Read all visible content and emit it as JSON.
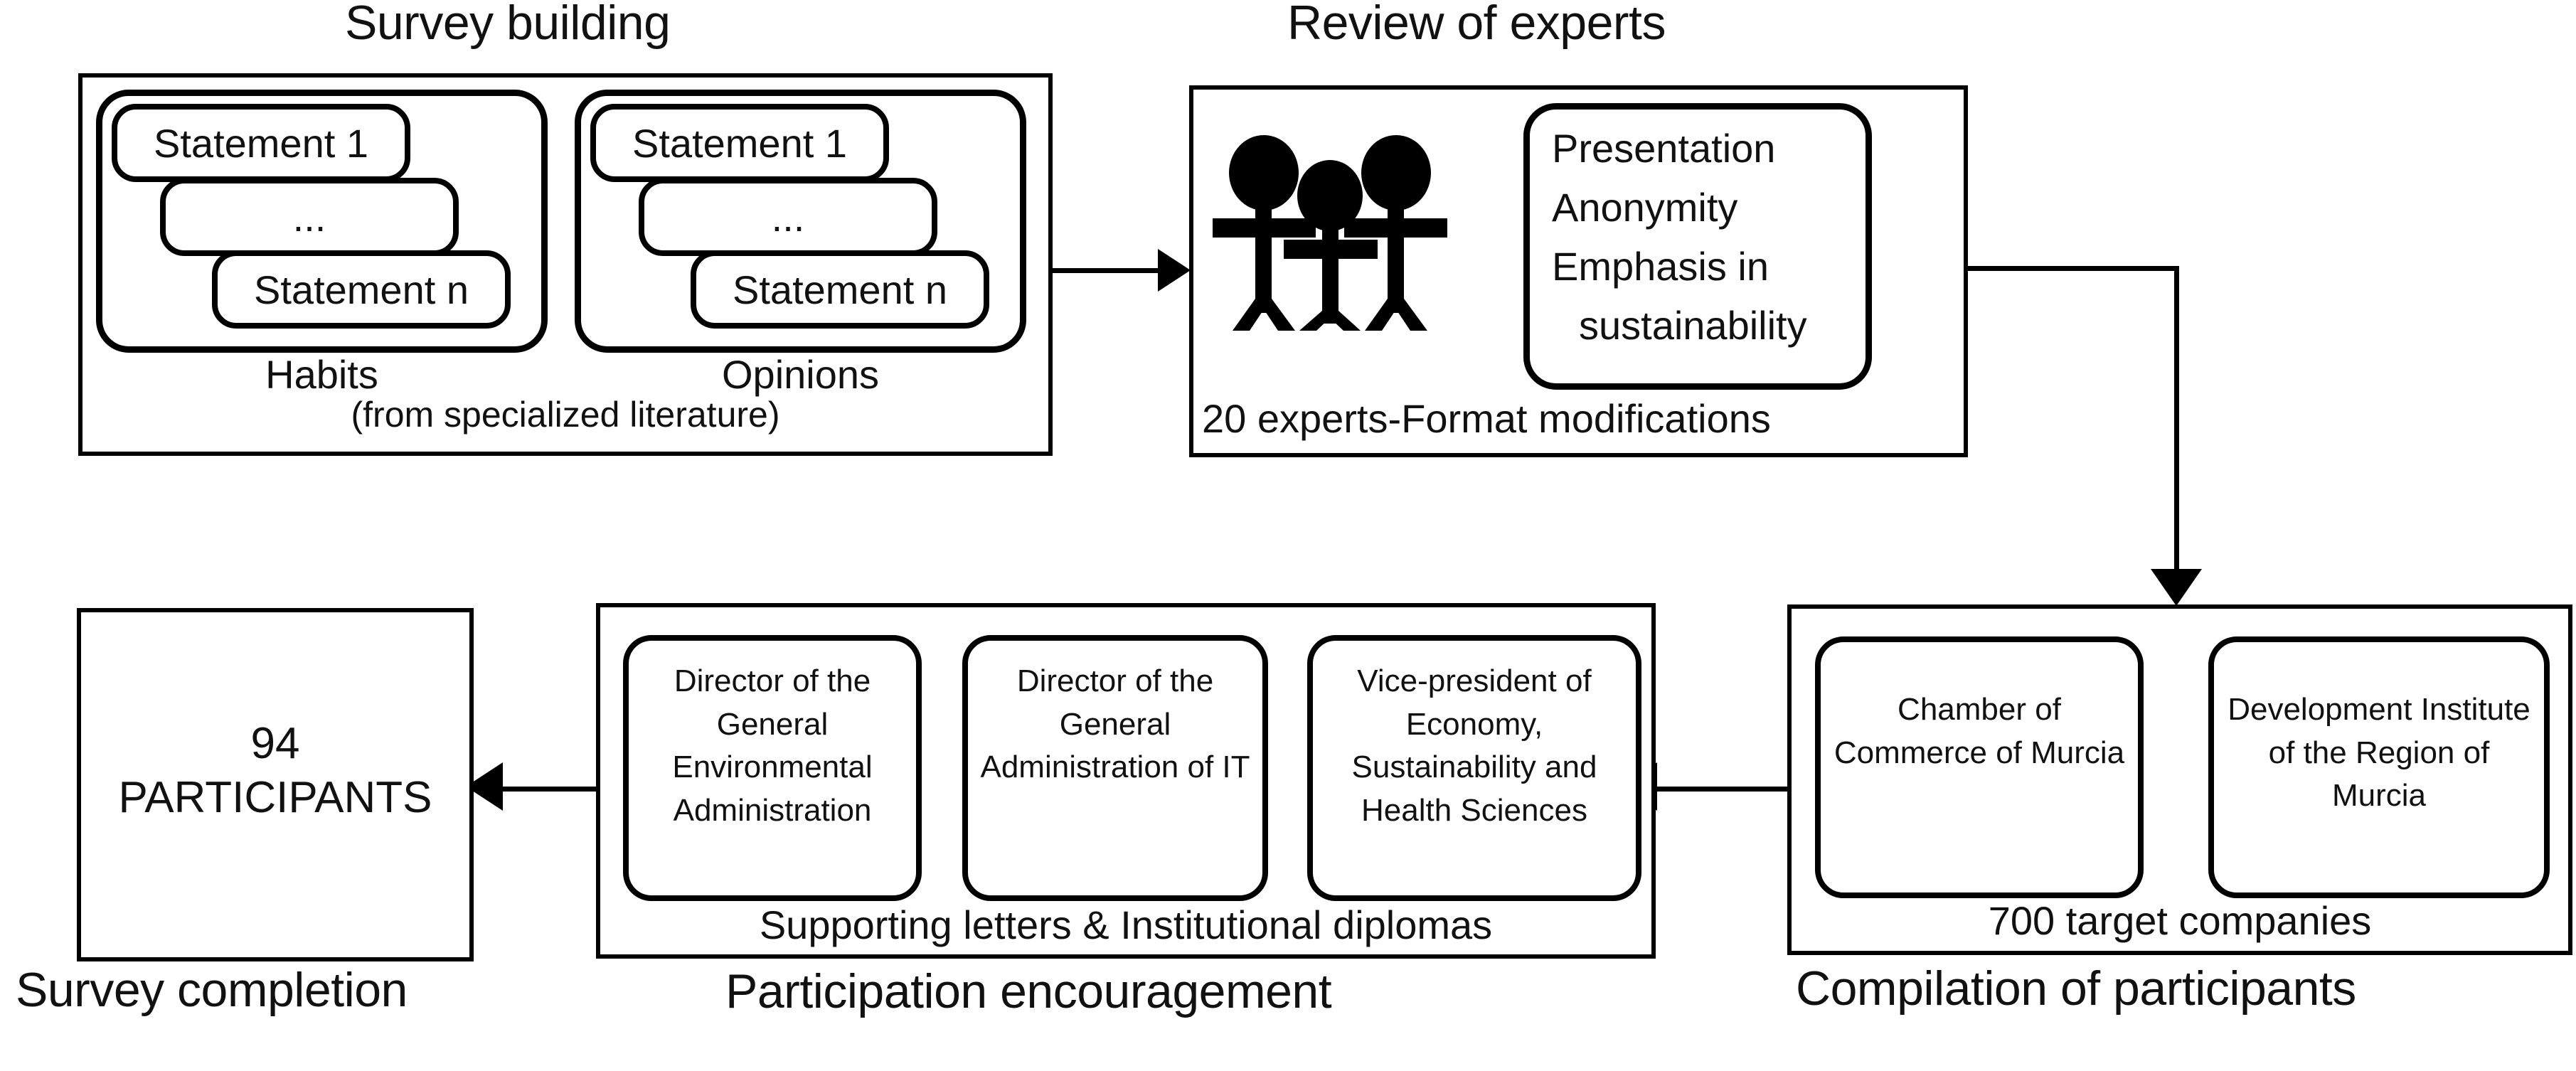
{
  "diagram": {
    "title": "Survey research process flowchart",
    "colors": {
      "stroke": "#000000",
      "background": "#ffffff",
      "text": "#111111"
    }
  },
  "stages": {
    "survey_building": {
      "title": "Survey building",
      "groups": [
        {
          "label": "Habits",
          "statements": [
            "Statement 1",
            "...",
            "Statement n"
          ]
        },
        {
          "label": "Opinions",
          "statements": [
            "Statement 1",
            "...",
            "Statement n"
          ]
        }
      ],
      "footnote": "(from specialized literature)"
    },
    "review_of_experts": {
      "title": "Review of experts",
      "icon": "three-people-icon",
      "points": [
        "Presentation",
        "Anonymity",
        "Emphasis in",
        "sustainability"
      ],
      "caption": "20 experts-Format modifications"
    },
    "compilation_of_participants": {
      "title": "Compilation of participants",
      "cards": [
        "Chamber of Commerce of Murcia",
        "Development Institute of the Region of Murcia"
      ],
      "caption": "700 target companies"
    },
    "participation_encouragement": {
      "title": "Participation encouragement",
      "cards": [
        "Director of the General Environmental Administration",
        "Director of the General Administration of IT",
        "Vice-president of Economy, Sustainability and Health Sciences"
      ],
      "caption": "Supporting letters & Institutional diplomas"
    },
    "survey_completion": {
      "title": "Survey completion",
      "result_count": "94",
      "result_label": "PARTICIPANTS"
    }
  },
  "connectors": [
    {
      "name": "survey-building-to-review-of-experts",
      "direction": "right"
    },
    {
      "name": "review-of-experts-to-compilation",
      "direction": "down"
    },
    {
      "name": "compilation-to-participation-encouragement",
      "direction": "left"
    },
    {
      "name": "participation-encouragement-to-survey-completion",
      "direction": "left"
    }
  ]
}
